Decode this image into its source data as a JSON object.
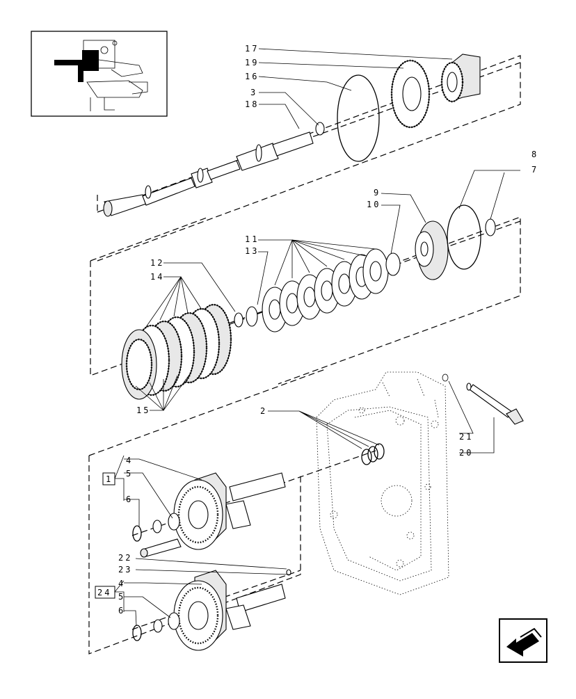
{
  "diagram": {
    "callouts": [
      {
        "id": "17",
        "text": "17"
      },
      {
        "id": "19",
        "text": "19"
      },
      {
        "id": "16",
        "text": "16"
      },
      {
        "id": "3",
        "text": "3"
      },
      {
        "id": "18",
        "text": "18"
      },
      {
        "id": "8",
        "text": "8"
      },
      {
        "id": "7",
        "text": "7"
      },
      {
        "id": "9",
        "text": "9"
      },
      {
        "id": "10",
        "text": "10"
      },
      {
        "id": "11",
        "text": "11"
      },
      {
        "id": "13",
        "text": "13"
      },
      {
        "id": "12",
        "text": "12"
      },
      {
        "id": "14",
        "text": "14"
      },
      {
        "id": "15",
        "text": "15"
      },
      {
        "id": "2",
        "text": "2"
      },
      {
        "id": "21",
        "text": "21"
      },
      {
        "id": "20",
        "text": "20"
      },
      {
        "id": "4a",
        "text": "4"
      },
      {
        "id": "5a",
        "text": "5"
      },
      {
        "id": "6a",
        "text": "6"
      },
      {
        "id": "22",
        "text": "22"
      },
      {
        "id": "23",
        "text": "23"
      },
      {
        "id": "4b",
        "text": "4"
      },
      {
        "id": "5b",
        "text": "5"
      },
      {
        "id": "6b",
        "text": "6"
      }
    ],
    "group_boxes": [
      {
        "id": "1",
        "text": "1"
      },
      {
        "id": "24",
        "text": "24"
      }
    ],
    "nav_icon": "next-page-arrow-icon"
  }
}
